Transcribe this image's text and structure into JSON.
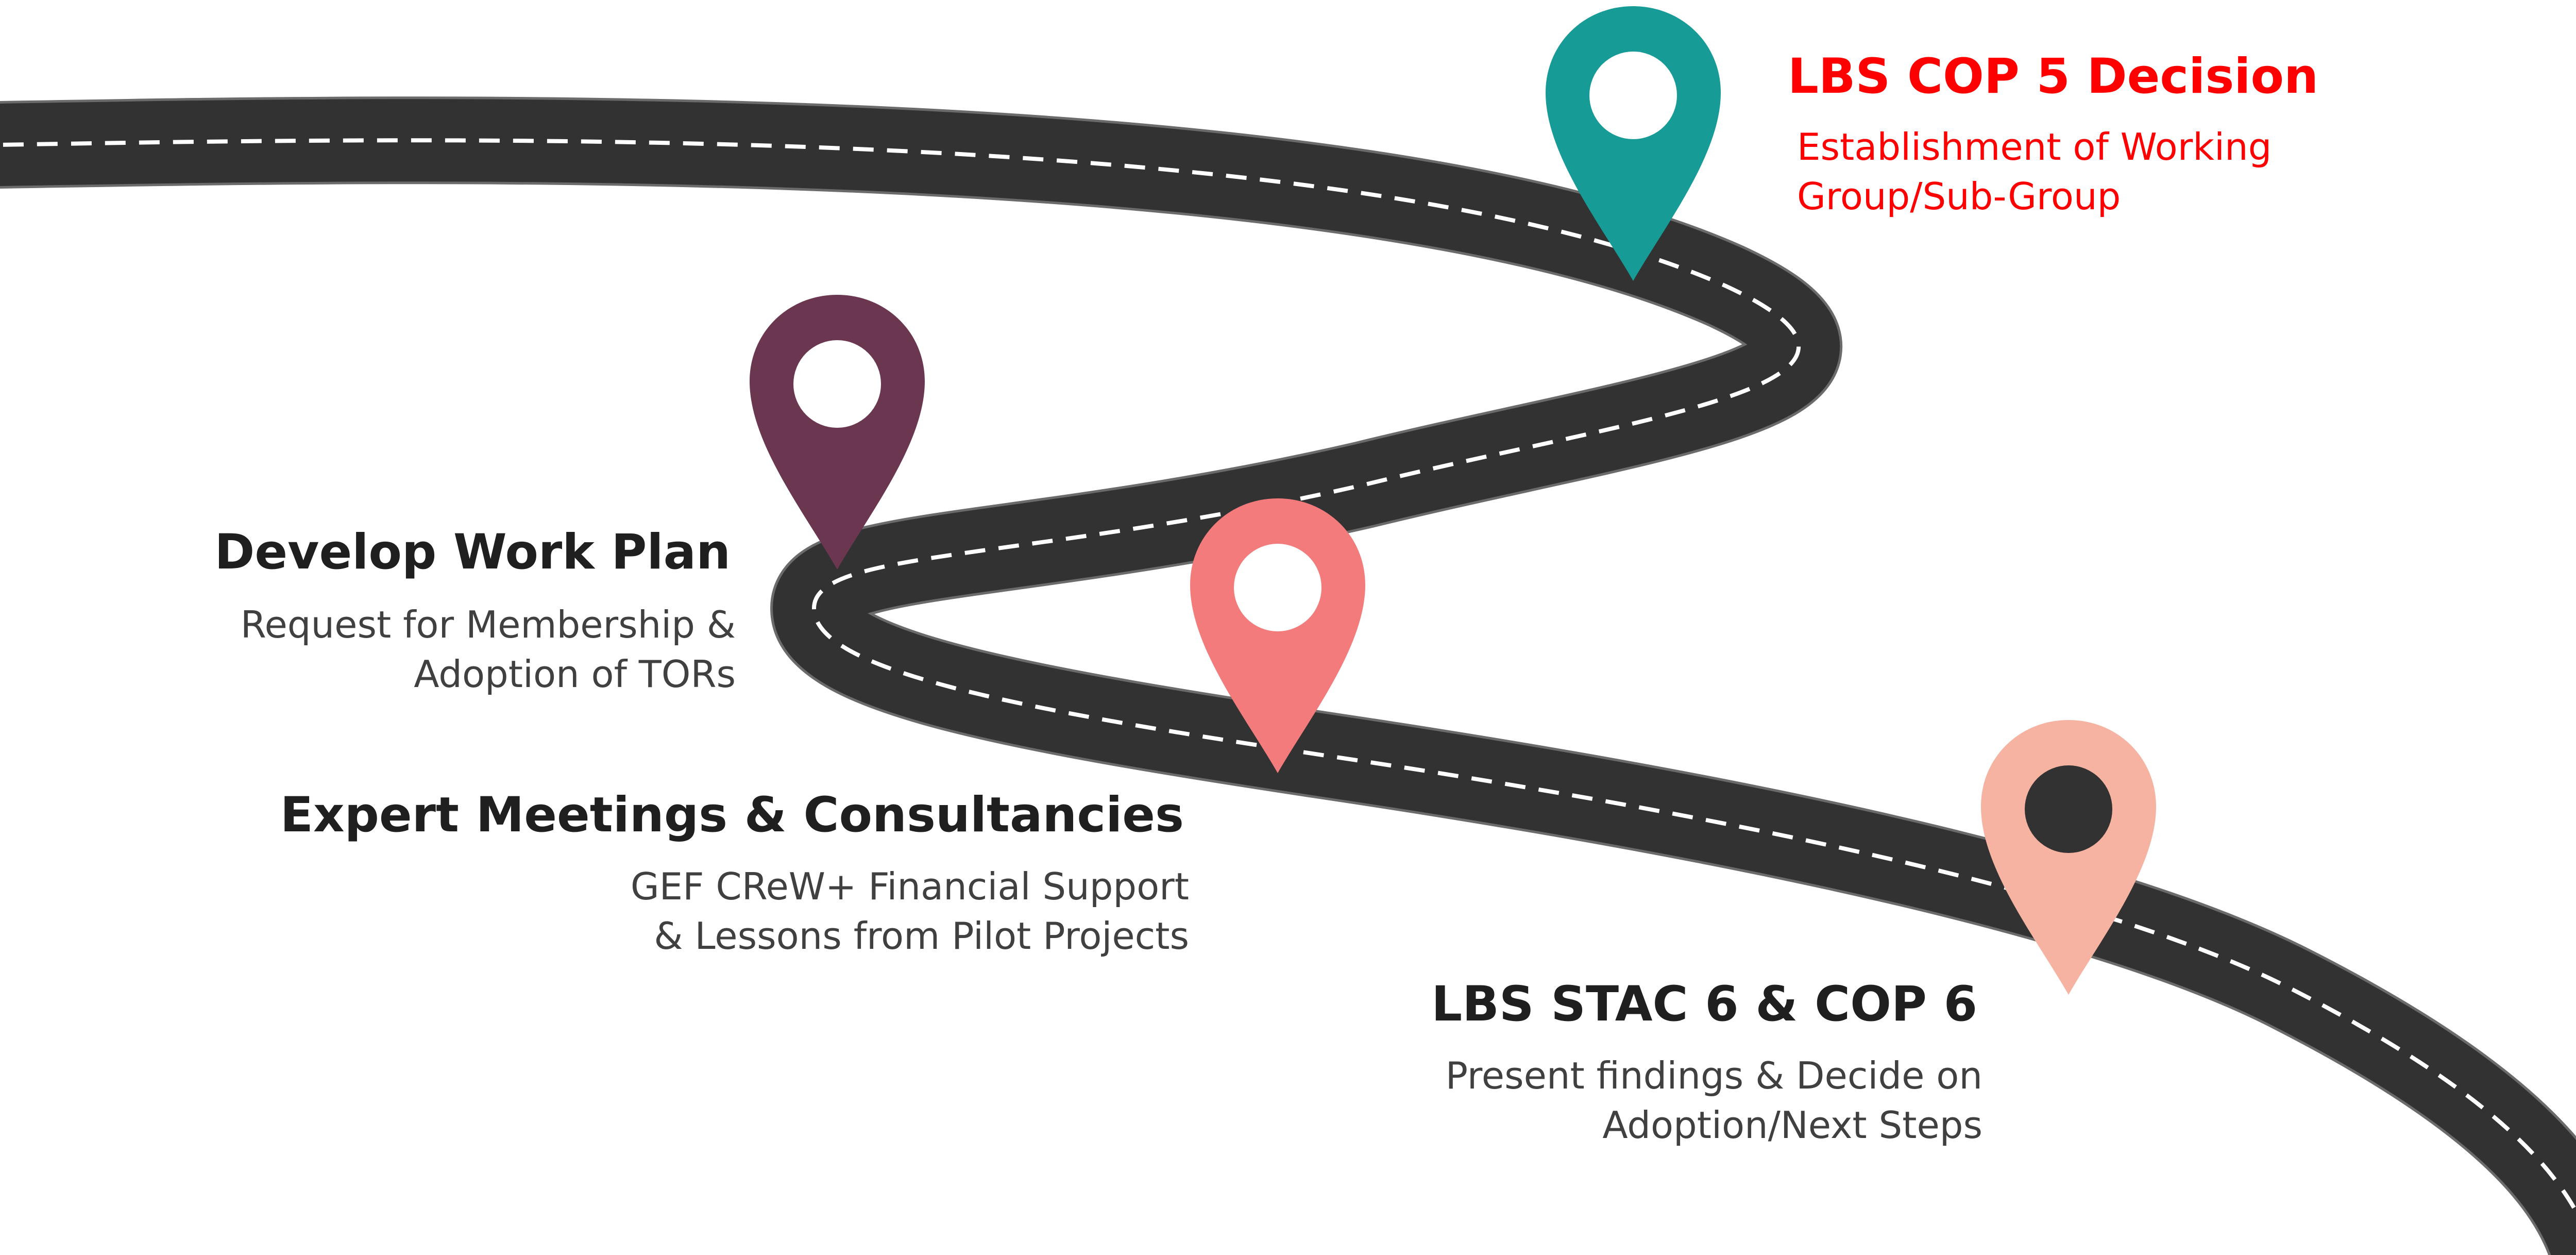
{
  "colors": {
    "road": "#323232",
    "road_edge": "#6b6b6b",
    "lane_marking": "#ffffff",
    "pin_teal": "#169b96",
    "pin_plum": "#6b3750",
    "pin_coral": "#f47b7b",
    "pin_peach": "#f6b3a2",
    "highlight_text": "#ff0000",
    "heading_text": "#1f1f1f",
    "body_text": "#404040"
  },
  "milestones": [
    {
      "title": "LBS COP 5 Decision",
      "description": "Establishment of Working\nGroup/Sub-Group",
      "pin_color": "teal",
      "emphasis": "red"
    },
    {
      "title": "Develop Work Plan",
      "description": "Request for Membership &\nAdoption of TORs",
      "pin_color": "plum"
    },
    {
      "title": "Expert Meetings & Consultancies",
      "description": "GEF CReW+ Financial Support\n& Lessons from Pilot Projects",
      "pin_color": "coral"
    },
    {
      "title": "LBS STAC 6 & COP 6",
      "description": "Present findings & Decide on\nAdoption/Next Steps",
      "pin_color": "peach"
    }
  ],
  "icons": {
    "road": "winding-road-icon",
    "pin": "location-pin-icon"
  }
}
